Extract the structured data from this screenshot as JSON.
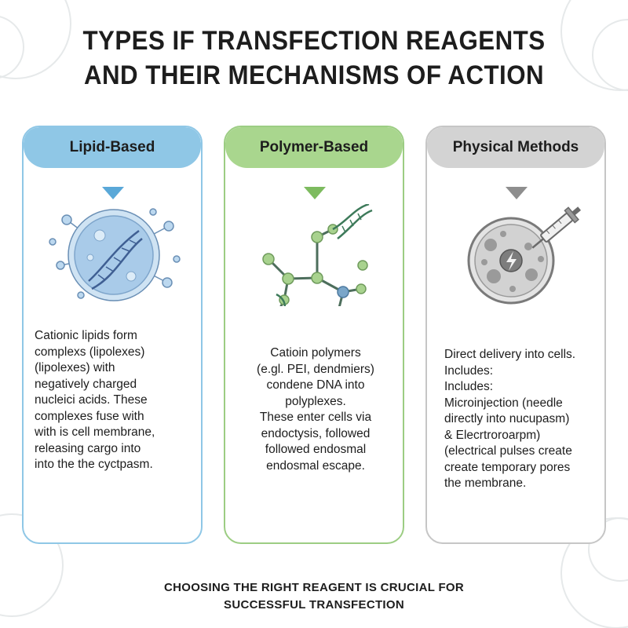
{
  "title": {
    "line1": "TYPES IF TRANSFECTION REAGENTS",
    "line2": "AND THEIR MECHANISMS OF ACTION"
  },
  "colors": {
    "lipid": "#8fc7e6",
    "polymer": "#a9d68e",
    "physical": "#d3d3d3"
  },
  "panels": [
    {
      "heading": "Lipid-Based",
      "icon": "lipid-vesicle-dna-icon",
      "lines": [
        "Cationic lipids form",
        "complexs (lipolexes)",
        "(lipolexes) with",
        "negatively charged",
        "nucleici acids. These",
        "complexes fuse with",
        "with is cell membrane,",
        "releasing cargo into",
        "into the the cyctpasm."
      ]
    },
    {
      "heading": "Polymer-Based",
      "icon": "polymer-network-dna-icon",
      "lines": [
        "Catioin polymers",
        "(e.gl. PEI, dendmiers)",
        "condene DNA into",
        "polyplexes.",
        "These enter cells via",
        "endoctysis, followed",
        "followed endosmal",
        "endosmal escape."
      ]
    },
    {
      "heading": "Physical Methods",
      "icon": "cell-electroporation-icon",
      "lines": [
        "Direct delivery into cells.",
        "Includes:",
        "Includes:",
        "Microinjection (needle",
        "directly into nucupasm)",
        "& Elecrtroroarpm)",
        "(electrical pulses create",
        "create temporary pores",
        "the membrane."
      ]
    }
  ],
  "footer": {
    "line1": "CHOOSING THE RIGHT REAGENT IS CRUCIAL FOR",
    "line2": "SUCCESSFUL TRANSFECTION"
  }
}
